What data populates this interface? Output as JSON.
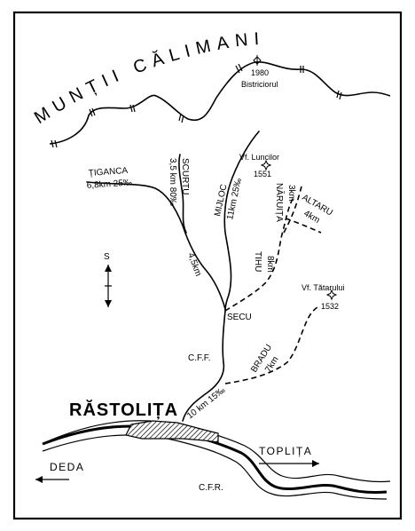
{
  "title": "MUNȚII CĂLIMANI",
  "peaks": [
    {
      "name": "Bistriciorul",
      "elevation": "1980"
    },
    {
      "name": "Vf. Luncilor",
      "elevation": "1551"
    },
    {
      "name": "Vf. Tătarului",
      "elevation": "1532"
    }
  ],
  "streams": [
    {
      "name": "ȚIGANCA",
      "info": "6,8km 25‰"
    },
    {
      "name": "SCURTU",
      "info": "3,5 km 80‰"
    },
    {
      "name": "MIJLOC",
      "info": "11km 25‰"
    },
    {
      "name": "NĂRUIȚA",
      "info": "3km"
    },
    {
      "name": "ALTARU",
      "info": "4km"
    },
    {
      "name": "TIHU",
      "info": "8km"
    },
    {
      "name": "BRADU",
      "info": "7km"
    }
  ],
  "segments": {
    "upper": "4,5km",
    "lower": "10 km 15‰"
  },
  "places": {
    "junction": "SECU",
    "village": "RĂSTOLIȚA",
    "west": "DEDA",
    "east": "TOPLIȚA"
  },
  "railway_labels": {
    "forest": "C.F.F.",
    "main": "C.F.R."
  },
  "compass": "S"
}
